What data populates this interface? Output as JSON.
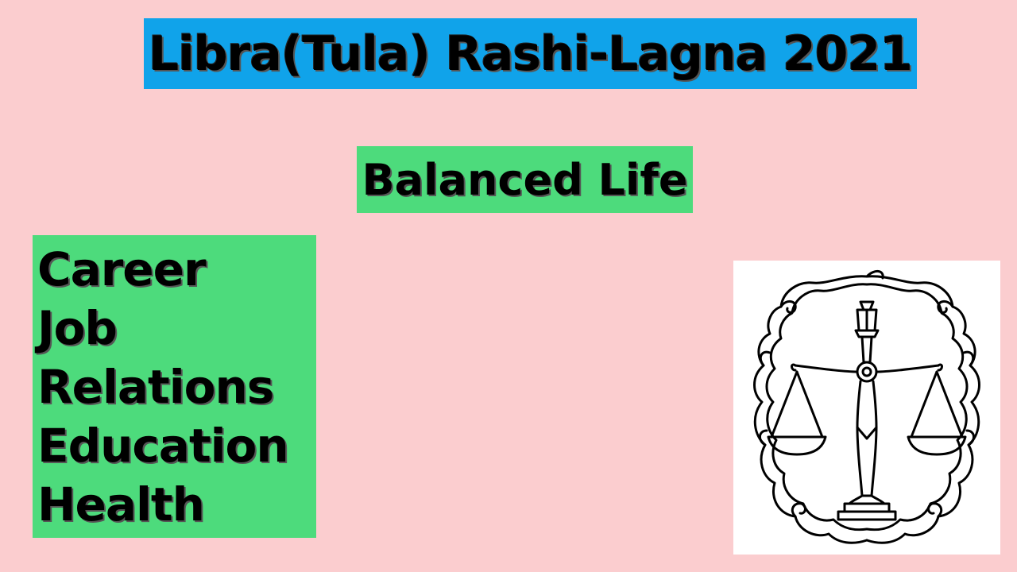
{
  "title": "Libra(Tula) Rashi-Lagna 2021",
  "subtitle": "Balanced Life",
  "topics": [
    "Career",
    "Job",
    "Relations",
    "Education",
    "Health"
  ],
  "emblem": {
    "icon": "libra-scales-icon"
  },
  "colors": {
    "background": "#fbcdcf",
    "title_bg": "#10a3ea",
    "green_bg": "#4ddb7c",
    "text": "#000000"
  }
}
